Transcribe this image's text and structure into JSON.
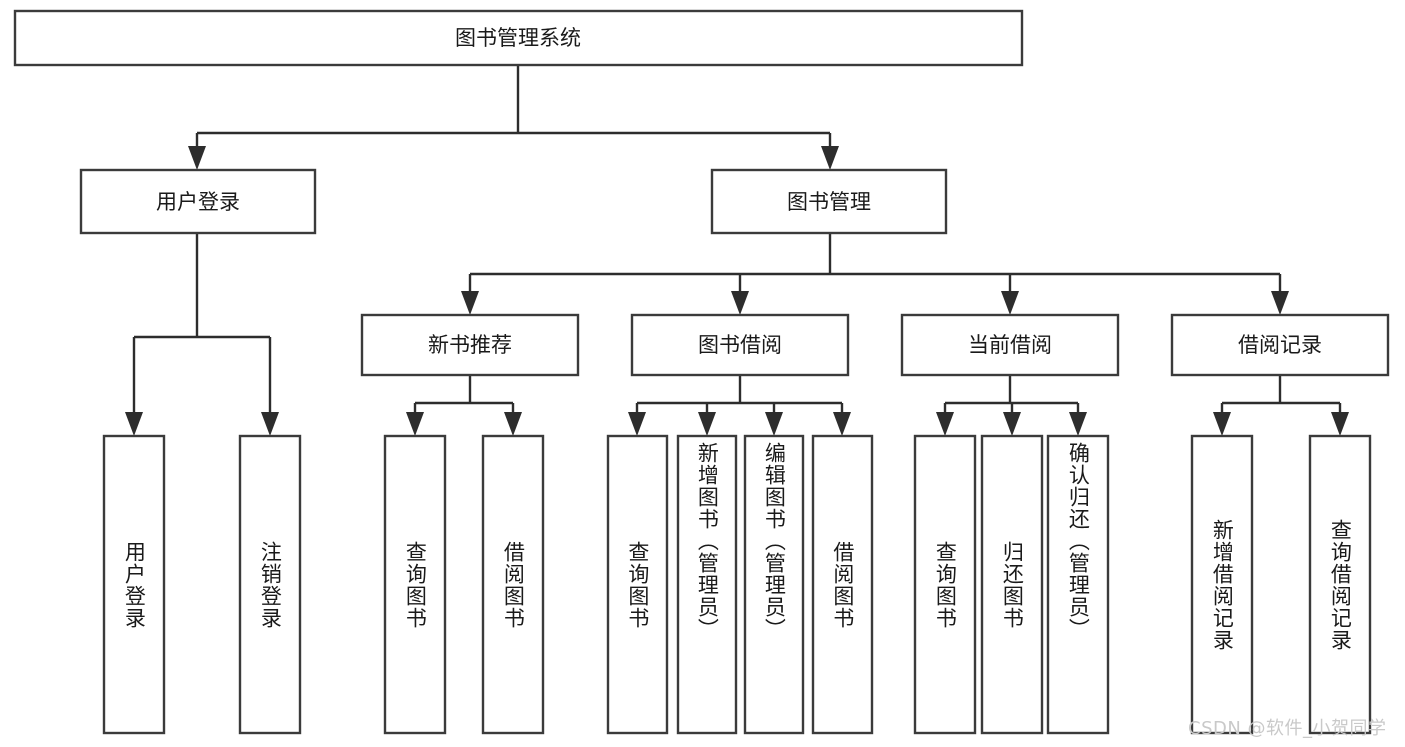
{
  "diagram": {
    "type": "tree-hierarchy",
    "title": "图书管理系统",
    "root": {
      "id": "root",
      "label": "图书管理系统",
      "level": 1
    },
    "level2": [
      {
        "id": "user-login",
        "label": "用户登录"
      },
      {
        "id": "book-manage",
        "label": "图书管理"
      }
    ],
    "level3": [
      {
        "id": "new-book-recommend",
        "label": "新书推荐",
        "parent": "book-manage"
      },
      {
        "id": "book-borrow",
        "label": "图书借阅",
        "parent": "book-manage"
      },
      {
        "id": "current-borrow",
        "label": "当前借阅",
        "parent": "book-manage"
      },
      {
        "id": "borrow-record",
        "label": "借阅记录",
        "parent": "book-manage"
      }
    ],
    "leaves": [
      {
        "id": "leaf-user-login",
        "label": "用户登录",
        "parent": "user-login"
      },
      {
        "id": "leaf-logout",
        "label": "注销登录",
        "parent": "user-login"
      },
      {
        "id": "leaf-query-book-1",
        "label": "查询图书",
        "parent": "new-book-recommend"
      },
      {
        "id": "leaf-borrow-book-1",
        "label": "借阅图书",
        "parent": "new-book-recommend"
      },
      {
        "id": "leaf-query-book-2",
        "label": "查询图书",
        "parent": "book-borrow"
      },
      {
        "id": "leaf-add-book",
        "label": "新增图书（管理员）",
        "parent": "book-borrow"
      },
      {
        "id": "leaf-edit-book",
        "label": "编辑图书（管理员）",
        "parent": "book-borrow"
      },
      {
        "id": "leaf-borrow-book-2",
        "label": "借阅图书",
        "parent": "book-borrow"
      },
      {
        "id": "leaf-query-book-3",
        "label": "查询图书",
        "parent": "current-borrow"
      },
      {
        "id": "leaf-return-book",
        "label": "归还图书",
        "parent": "current-borrow"
      },
      {
        "id": "leaf-confirm-return",
        "label": "确认归还（管理员）",
        "parent": "current-borrow"
      },
      {
        "id": "leaf-add-record",
        "label": "新增借阅记录",
        "parent": "borrow-record"
      },
      {
        "id": "leaf-query-record",
        "label": "查询借阅记录",
        "parent": "borrow-record"
      }
    ],
    "colors": {
      "box_stroke": "#3b3b3b",
      "box_fill": "#ffffff",
      "connector": "#2d2d2d",
      "text": "#1a1a1a",
      "background": "#ffffff",
      "watermark": "#c9c9c9"
    }
  },
  "watermark": {
    "text": "CSDN @软件_小贺同学"
  }
}
